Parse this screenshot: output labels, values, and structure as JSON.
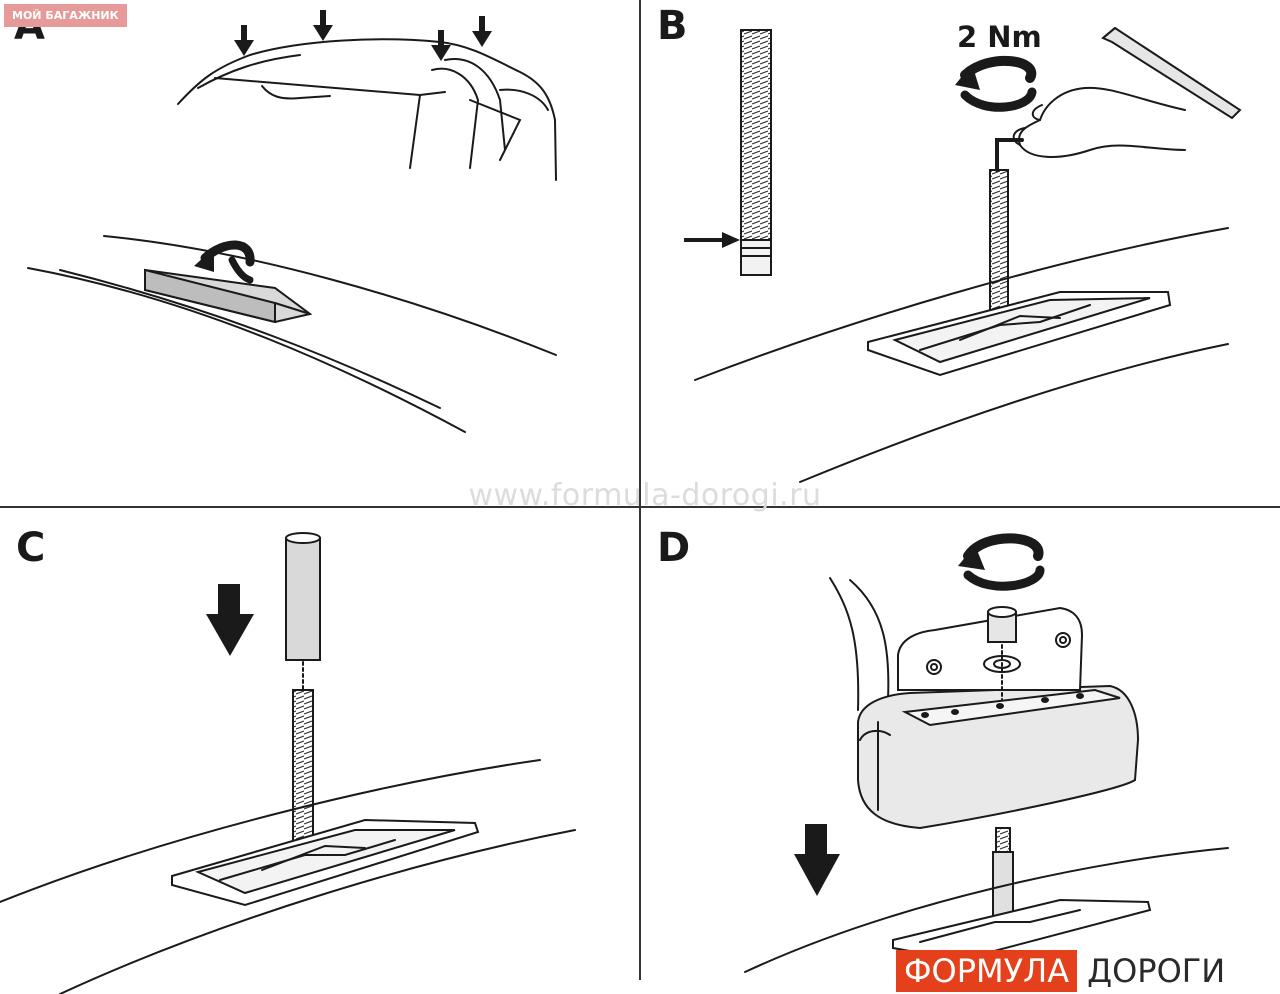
{
  "panels": {
    "a": {
      "letter": "A"
    },
    "b": {
      "letter": "B",
      "torque": "2 Nm"
    },
    "c": {
      "letter": "C"
    },
    "d": {
      "letter": "D"
    }
  },
  "watermark": "www.formula-dorogi.ru",
  "corner_badge": "МОЙ БАГАЖНИК",
  "brand": {
    "part1": "ФОРМУЛА",
    "part2": "ДОРОГИ",
    "accent_color": "#e5401c"
  }
}
